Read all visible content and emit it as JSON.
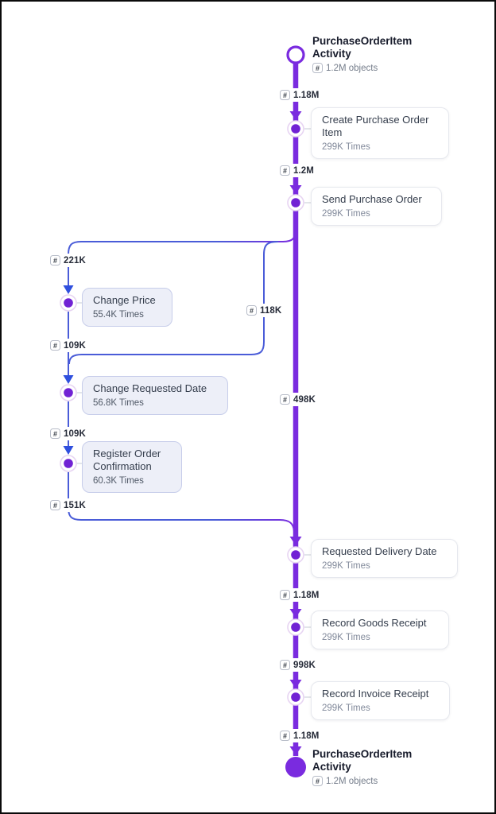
{
  "colors": {
    "primary_purple": "#7a2bdf",
    "node_dot_purple": "#7122d4",
    "branch_blue": "#4a5cd8",
    "branch_arrow_blue": "#2f4fde"
  },
  "hash": "#",
  "source_node": {
    "name_line1": "PurchaseOrderItem",
    "name_line2": "Activity",
    "object_count": "1.2M objects"
  },
  "sink_node": {
    "name_line1": "PurchaseOrderItem",
    "name_line2": "Activity",
    "object_count": "1.2M objects"
  },
  "activities": [
    {
      "name": "Create Purchase Order Item",
      "times": "299K Times"
    },
    {
      "name": "Send Purchase Order",
      "times": "299K Times"
    },
    {
      "name": "Change Price",
      "times": "55.4K Times"
    },
    {
      "name": "Change Requested Date",
      "times": "56.8K Times"
    },
    {
      "name": "Register Order Confirmation",
      "times": "60.3K Times"
    },
    {
      "name": "Requested Delivery Date",
      "times": "299K Times"
    },
    {
      "name": "Record Goods Receipt",
      "times": "299K Times"
    },
    {
      "name": "Record Invoice Receipt",
      "times": "299K Times"
    }
  ],
  "edges": [
    {
      "count": "1.18M"
    },
    {
      "count": "1.2M"
    },
    {
      "count": "221K"
    },
    {
      "count": "118K"
    },
    {
      "count": "109K"
    },
    {
      "count": "109K"
    },
    {
      "count": "498K"
    },
    {
      "count": "151K"
    },
    {
      "count": "1.18M"
    },
    {
      "count": "998K"
    },
    {
      "count": "1.18M"
    }
  ]
}
